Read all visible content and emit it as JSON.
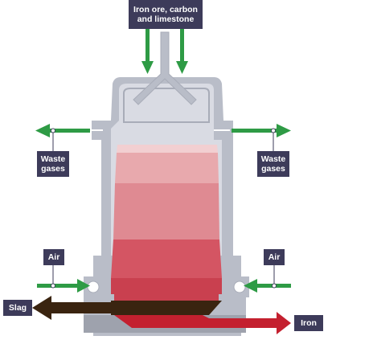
{
  "labels": {
    "inputs": "Iron ore, carbon\nand limestone",
    "waste_left": "Waste\ngases",
    "waste_right": "Waste\ngases",
    "air_left": "Air",
    "air_right": "Air",
    "slag": "Slag",
    "iron": "Iron"
  },
  "colors": {
    "label_bg": "#3d3b5a",
    "furnace_outer": "#b9bdc8",
    "furnace_inner": "#d9dbe3",
    "arrow_green": "#2e9b45",
    "slag_brown": "#3a2410",
    "iron_red": "#c4202f",
    "layer_1": "#e8a9ad",
    "layer_2": "#df8a92",
    "layer_3": "#d45563"
  },
  "icons": {
    "input_arrows": "arrow-down-icon",
    "waste_arrows": "arrow-outward-icon",
    "air_arrows": "arrow-inward-icon"
  }
}
